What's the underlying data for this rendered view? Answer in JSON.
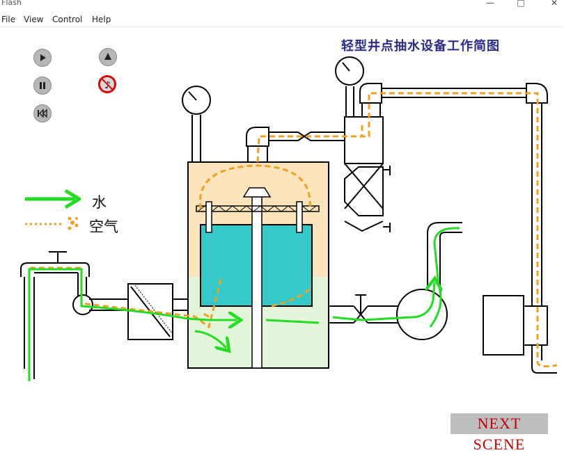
{
  "window": {
    "title": "Flash"
  },
  "menu": {
    "items": [
      "File",
      "View",
      "Control",
      "Help"
    ]
  },
  "diagram": {
    "title": "轻型井点抽水设备工作简图"
  },
  "legend": {
    "water_label": "水",
    "air_label": "空气",
    "water_color": "#22dd22",
    "air_color": "#f0a020"
  },
  "controls": {
    "play": "play-icon",
    "pause": "pause-icon",
    "rewind": "rewind-icon",
    "up": "up-arrow-icon",
    "mute": "sound-muted-icon"
  },
  "colors": {
    "tank_top": "#fde4bc",
    "tank_bottom": "#e3f6d9",
    "inner_box": "#35c8c8",
    "pipe_outline": "#000000"
  },
  "next_scene": {
    "label": "NEXT SCENE"
  }
}
